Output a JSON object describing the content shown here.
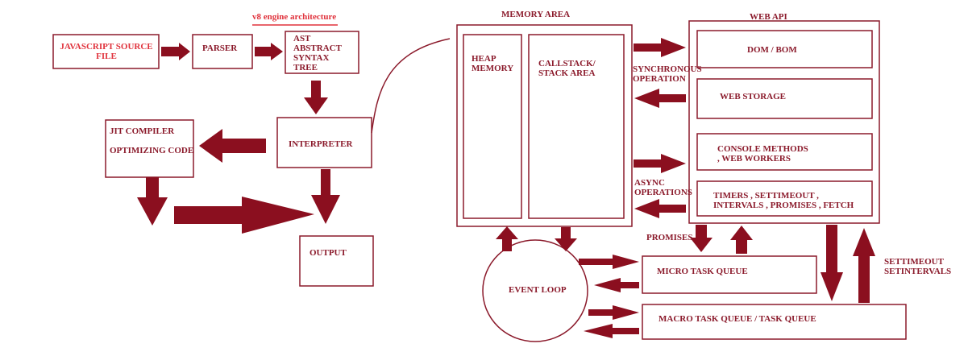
{
  "colors": {
    "stroke": "#8b1a2b",
    "arrow": "#8b0f1f",
    "title_red": "#e0323c"
  },
  "left": {
    "title": "v8 engine architecture",
    "js_source": "JAVASCRIPT SOURCE\nFILE",
    "parser": "PARSER",
    "ast": "AST\nABSTRACT\nSYNTAX\nTREE",
    "interpreter": "INTERPRETER",
    "jit": "JIT COMPILER\n\nOPTIMIZING CODE",
    "output": "OUTPUT"
  },
  "memory": {
    "title": "MEMORY AREA",
    "heap": "HEAP\nMEMORY",
    "callstack": "CALLSTACK/\nSTACK AREA"
  },
  "webapi": {
    "title": "WEB API",
    "items": [
      "DOM / BOM",
      "WEB STORAGE",
      "CONSOLE METHODS\n, WEB WORKERS",
      "TIMERS , SETTIMEOUT ,\nINTERVALS , PROMISES , FETCH"
    ]
  },
  "labels": {
    "sync": "SYNCHRONOUS\nOPERATION",
    "async": "ASYNC\nOPERATIONS",
    "promises": "PROMISES",
    "settimeout": "SETTIMEOUT\nSETINTERVALS"
  },
  "queues": {
    "event_loop": "EVENT LOOP",
    "micro": "MICRO TASK QUEUE",
    "macro": "MACRO TASK QUEUE / TASK QUEUE"
  }
}
